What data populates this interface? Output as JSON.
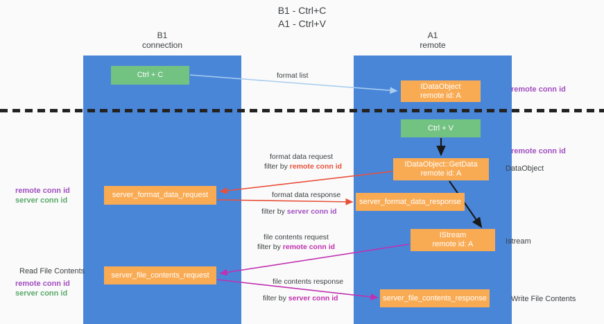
{
  "title": {
    "line1": "B1 - Ctrl+C",
    "line2": "A1 - Ctrl+V"
  },
  "lanes": [
    {
      "id": "b1",
      "name": "B1",
      "role": "connection"
    },
    {
      "id": "a1",
      "name": "A1",
      "role": "remote"
    }
  ],
  "nodes": {
    "ctrl_c": {
      "line1": "Ctrl + C",
      "line2": "",
      "color": "#72c282"
    },
    "dataobject_remote": {
      "line1": "IDataObject",
      "line2": "remote id: A",
      "color": "#f9ab54"
    },
    "ctrl_v": {
      "line1": "Ctrl + V",
      "line2": "",
      "color": "#72c282"
    },
    "getdata": {
      "line1": "IDataObject::GetData",
      "line2": "remote id: A",
      "color": "#f9ab54"
    },
    "server_format_data_request": {
      "line1": "server_format_data_request",
      "line2": "",
      "color": "#f9ab54"
    },
    "server_format_data_response": {
      "line1": "server_format_data_response",
      "line2": "",
      "color": "#f9ab54"
    },
    "istream": {
      "line1": "IStream",
      "line2": "remote id: A",
      "color": "#f9ab54"
    },
    "server_file_contents_request": {
      "line1": "server_file_contents_request",
      "line2": "",
      "color": "#f9ab54"
    },
    "server_file_contents_response": {
      "line1": "server_file_contents_response",
      "line2": "",
      "color": "#f9ab54"
    }
  },
  "edge_labels": {
    "format_list": "format list",
    "format_data_request": "format data request",
    "format_data_request_filter_prefix": "filter by ",
    "format_data_request_filter_key": "remote conn id",
    "format_data_response": "format data response",
    "format_data_response_filter_prefix": "filter by ",
    "format_data_response_filter_key": "server conn id",
    "file_contents_request": "file contents request",
    "file_contents_request_filter_prefix": "filter by ",
    "file_contents_request_filter_key": "remote conn id",
    "file_contents_response": "file contents response",
    "file_contents_response_filter_prefix": "filter by ",
    "file_contents_response_filter_key": "server conn id"
  },
  "side_labels": {
    "remote_conn_id_top": "remote conn id",
    "remote_conn_id_mid": "remote conn id",
    "dataobject": "DataObject",
    "istream": "Istream",
    "write_file_contents": "Write File Contents",
    "read_file_contents": "Read File Contents",
    "left_remote_conn_id_1": "remote conn id",
    "left_server_conn_id_1": "server conn id",
    "left_remote_conn_id_2": "remote conn id",
    "left_server_conn_id_2": "server conn id"
  },
  "colors": {
    "lane": "#4a86d8",
    "green_node": "#72c282",
    "orange_node": "#f9ab54",
    "purple_text": "#a24fc0",
    "green_text": "#5aa96a",
    "red_arrow": "#e8503a",
    "magenta_arrow": "#c030b0",
    "blue_arrow": "#a8cdf0",
    "black_arrow": "#1a1a1a",
    "background": "#fafafa"
  }
}
